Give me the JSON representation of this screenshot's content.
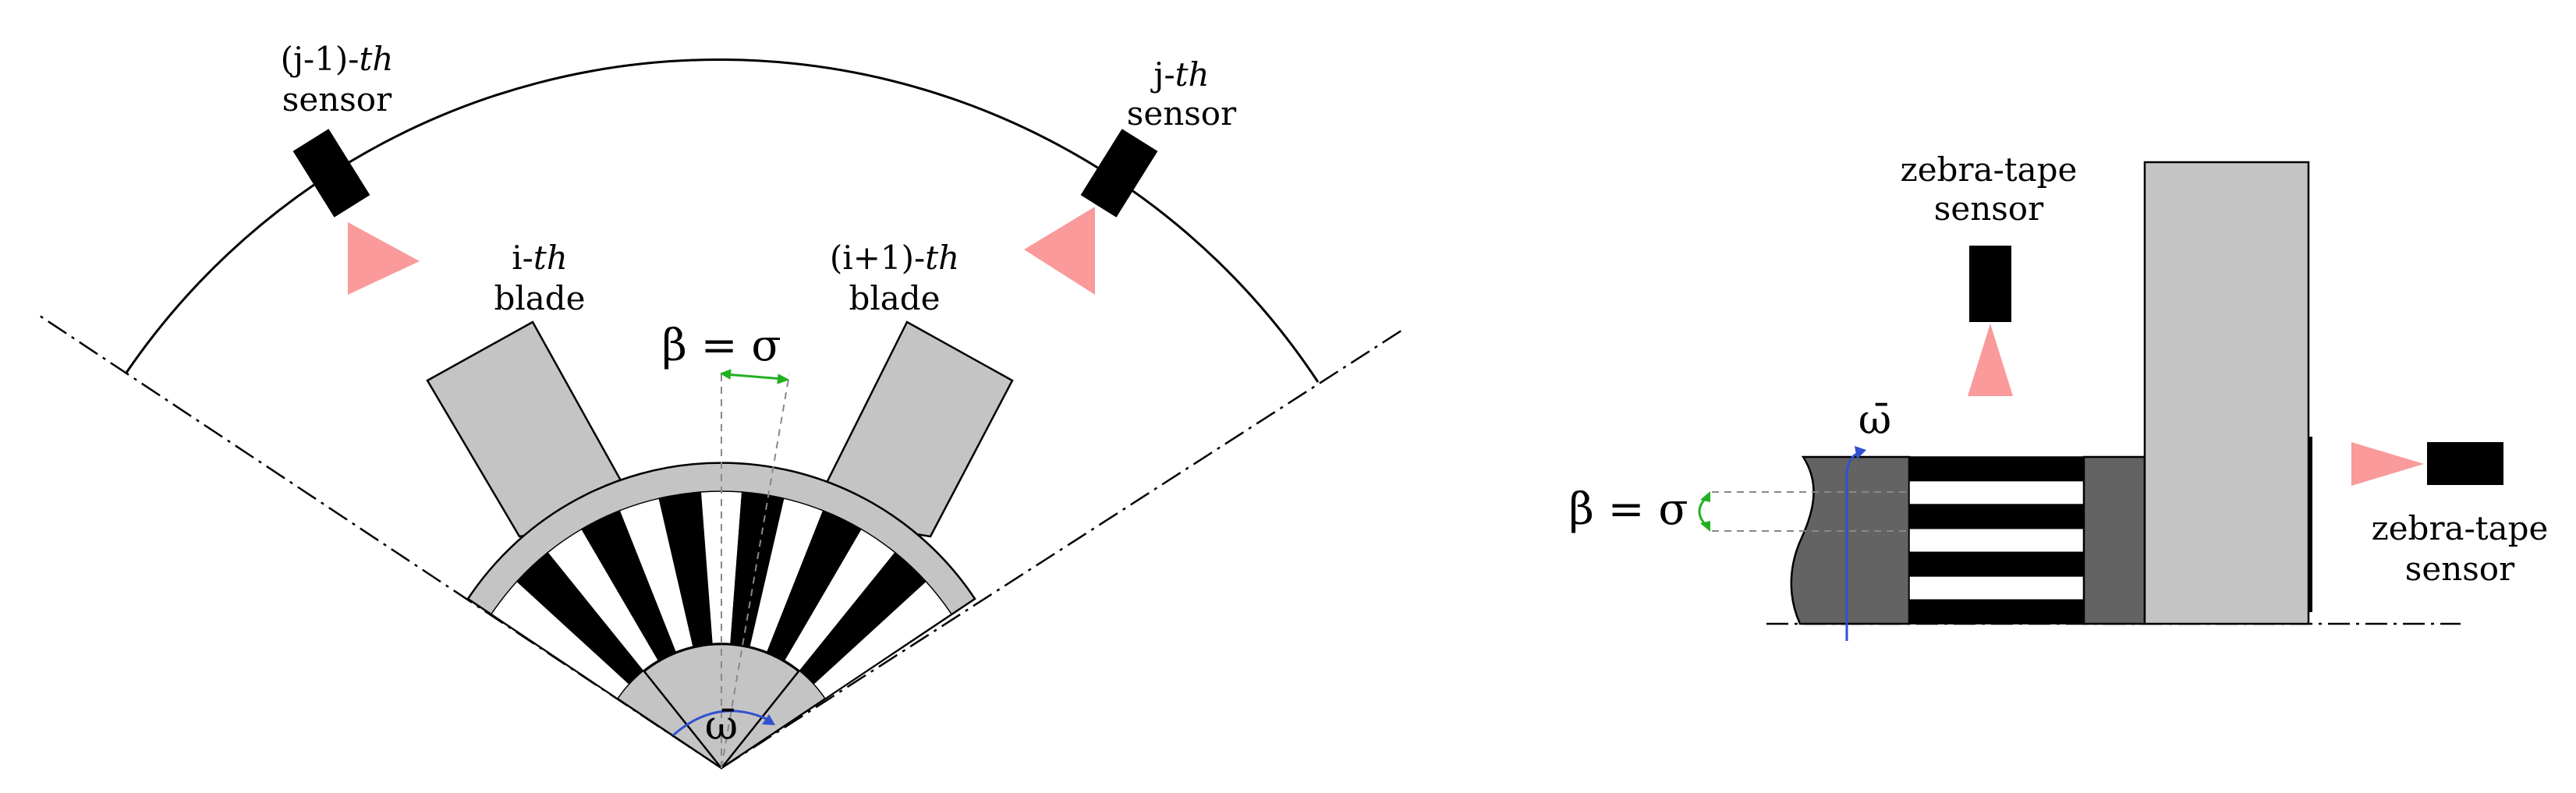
{
  "colors": {
    "sensor_body": "#000000",
    "sensor_beam": "#fa9a9a",
    "disk_light": "#c4c4c4",
    "disk_dark": "#636363",
    "stripe_dark": "#000000",
    "stripe_light": "#ffffff",
    "pitch_marker": "#22b022",
    "rotation_arrow": "#3050d0",
    "outline": "#000000"
  },
  "left_view": {
    "sensor_prev": {
      "line1": "(j-1)-",
      "line1_italic": "th",
      "line2": "sensor"
    },
    "sensor_next": {
      "line1": "j-",
      "line1_italic": "th",
      "line2": "sensor"
    },
    "blade_i": {
      "line1": "i-",
      "line1_italic": "th",
      "line2": "blade"
    },
    "blade_next": {
      "line1": "(i+1)-",
      "line1_italic": "th",
      "line2": "blade"
    },
    "pitch_label": "β = σ",
    "omega_label": "ω̄",
    "stripe_count": 13
  },
  "right_view": {
    "top_sensor": {
      "line1": "zebra-tape",
      "line2": "sensor"
    },
    "side_sensor": {
      "line1": "zebra-tape",
      "line2": "sensor"
    },
    "pitch_label": "β = σ",
    "omega_label": "ω̄",
    "band_count": 4
  }
}
